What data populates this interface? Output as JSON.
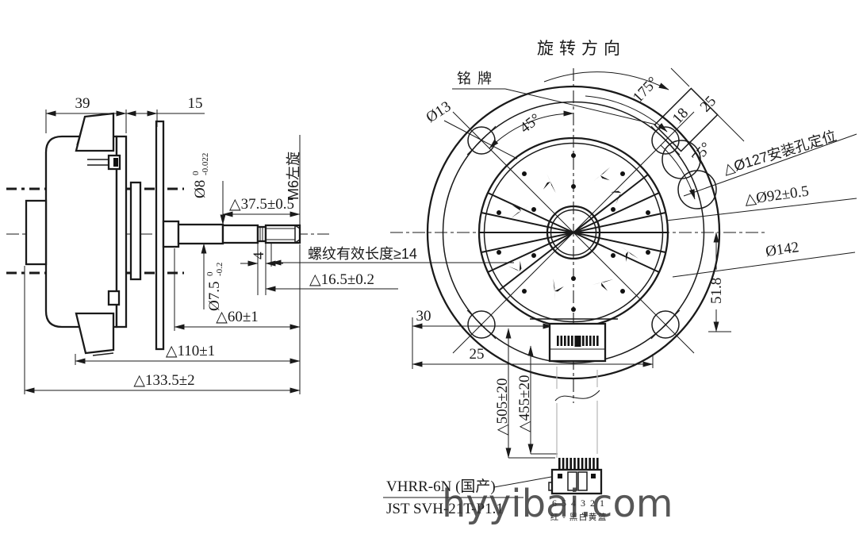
{
  "watermark": {
    "text": "hyyibai.com"
  },
  "side_view": {
    "dim_39": "39",
    "dim_15": "15",
    "shaft_dia": "Ø8",
    "shaft_dia_tol_upper": "0",
    "shaft_dia_tol_lower": "-0.022",
    "thread_spec": "M6左旋",
    "dim_shaft_len": "△37.5±0.5",
    "dim_groove_w": "4",
    "boss_dia": "Ø7.5",
    "boss_tol_upper": "0",
    "boss_tol_lower": "-0.2",
    "thread_note": "螺纹有效长度≥14",
    "dim_16_5": "△16.5±0.2",
    "dim_60": "△60±1",
    "dim_110": "△110±1",
    "dim_133_5": "△133.5±2"
  },
  "front_view": {
    "rotation_label": "旋转方向",
    "nameplate_label": "铭牌",
    "hole_dia": "Ø13",
    "angle_45": "45°",
    "angle_175": "175°",
    "angle_75": "75°",
    "plate_len": "25",
    "plate_wid": "18",
    "mount_note": "△Ø127安装孔定位",
    "pitch_dia": "△Ø92±0.5",
    "outer_dia": "Ø142",
    "dim_30": "30",
    "dim_25": "25",
    "dim_51_8": "51.8",
    "lead_505": "△505±20",
    "lead_455": "△455±20"
  },
  "connector": {
    "model_line1": "VHRR-6N (国产)",
    "model_line2": "JST SVH-21T-P1.1",
    "pin_numbers": [
      "6",
      "5",
      "4",
      "3",
      "2",
      "1"
    ],
    "wire_colors": [
      "红",
      "-",
      "黑",
      "白",
      "黄",
      "蓝"
    ]
  }
}
